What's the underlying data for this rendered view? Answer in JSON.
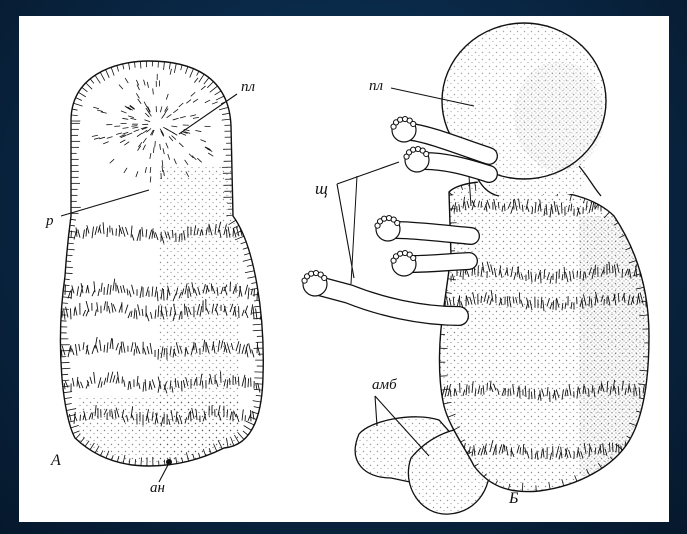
{
  "figure": {
    "background_color": "#0a2a4a",
    "panel_color": "#ffffff",
    "ink_color": "#111111",
    "panel_a": {
      "letter": "А",
      "labels": {
        "pl": "пл",
        "r": "р",
        "an": "ан"
      }
    },
    "panel_b": {
      "letter": "Б",
      "labels": {
        "pl": "пл",
        "shch": "щ",
        "amb": "амб"
      }
    }
  }
}
